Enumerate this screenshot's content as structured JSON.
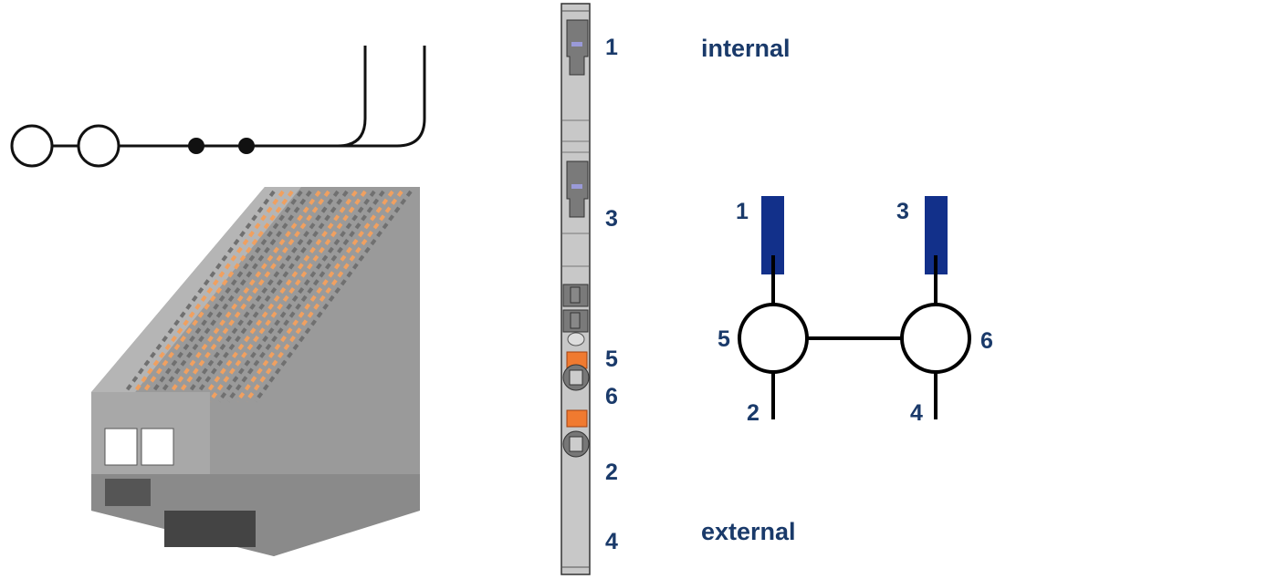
{
  "strip_labels": [
    "1",
    "3",
    "5",
    "6",
    "2",
    "4"
  ],
  "zones": {
    "internal": "internal",
    "external": "external"
  },
  "schematic_labels": {
    "t1": "1",
    "t3": "3",
    "t5": "5",
    "t6": "6",
    "t2": "2",
    "t4": "4"
  },
  "colors": {
    "text": "#1a3a6a",
    "terminal": "#12308a",
    "strip_gray": "#c8c8c8",
    "dark_gray": "#7a7a7a",
    "orange": "#f07a30"
  }
}
